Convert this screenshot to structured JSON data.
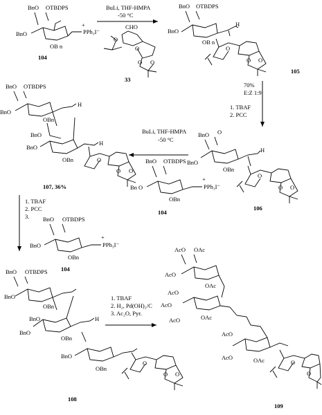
{
  "labels": {
    "otbdps": "OTBDPS",
    "bno": "BnO",
    "obn": "OBn",
    "obn_sp": "OB n",
    "bn_o": "Bn O",
    "pph3": "PPh₃I⁻",
    "plus": "+",
    "cho": "CHO",
    "o": "O",
    "h": "H",
    "aco": "AcO",
    "oac": "OAc"
  },
  "compounds": {
    "c104": "104",
    "c33": "33",
    "c105": "105",
    "c106": "106",
    "c104b": "104",
    "c107": "107, 36%",
    "c104c": "104",
    "c108": "108",
    "c109": "109"
  },
  "conditions": {
    "step1_a": "BuLi, THF-HMPA",
    "step1_b": "-50 °C",
    "step2_yield": "70%",
    "step2_ratio": "E:Z 1:9",
    "step2_a": "1. TBAF",
    "step2_b": "2. PCC",
    "step3_a": "BuLi, THF-HMPA",
    "step3_b": "-50 °C",
    "step4_a": "1. TBAF",
    "step4_b": "2. PCC",
    "step4_c": "3.",
    "step5_a": "1. TBAF",
    "step5_b": "2. H₂, Pd(OH)₂/C",
    "step5_c": "3. Ac₂O, Pyr."
  }
}
